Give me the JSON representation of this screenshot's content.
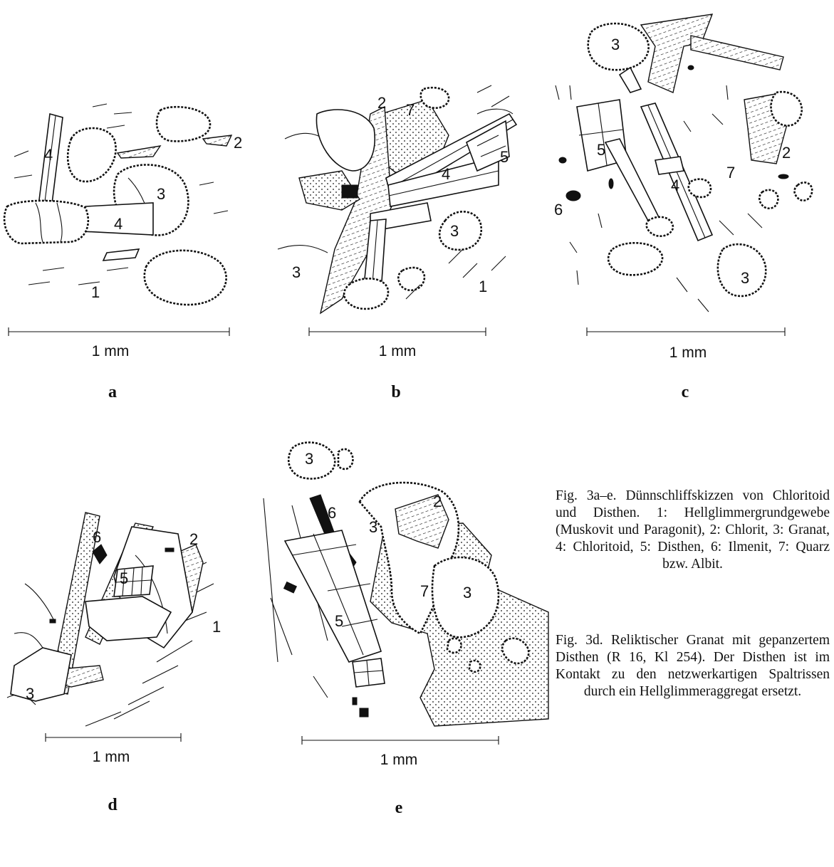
{
  "panels": {
    "a": {
      "letter": "a",
      "scale": "1 mm",
      "labels": [
        "1",
        "2",
        "3",
        "4",
        "4"
      ]
    },
    "b": {
      "letter": "b",
      "scale": "1 mm",
      "labels": [
        "1",
        "2",
        "3",
        "3",
        "4",
        "5",
        "7"
      ]
    },
    "c": {
      "letter": "c",
      "scale": "1 mm",
      "labels": [
        "2",
        "3",
        "3",
        "4",
        "5",
        "6",
        "7"
      ]
    },
    "d": {
      "letter": "d",
      "scale": "1 mm",
      "labels": [
        "1",
        "2",
        "3",
        "5",
        "6"
      ]
    },
    "e": {
      "letter": "e",
      "scale": "1 mm",
      "labels": [
        "2",
        "3",
        "3",
        "3",
        "5",
        "6",
        "7"
      ]
    }
  },
  "captions": {
    "main": "Fig. 3a–e. Dünnschliffskizzen von Chloritoid und Disthen. 1: Hellglimmergrundgewebe (Muskovit und Paragonit), 2: Chlorit, 3: Granat, 4: Chloritoid, 5: Disthen, 6: Ilmenit, 7: Quarz bzw. Albit.",
    "detail": "Fig. 3d. Reliktischer Granat mit gepanzertem Disthen (R 16, Kl 254). Der Disthen ist im Kontakt zu den netzwerkartigen Spaltrissen durch ein Hellglimmeraggregat ersetzt."
  }
}
